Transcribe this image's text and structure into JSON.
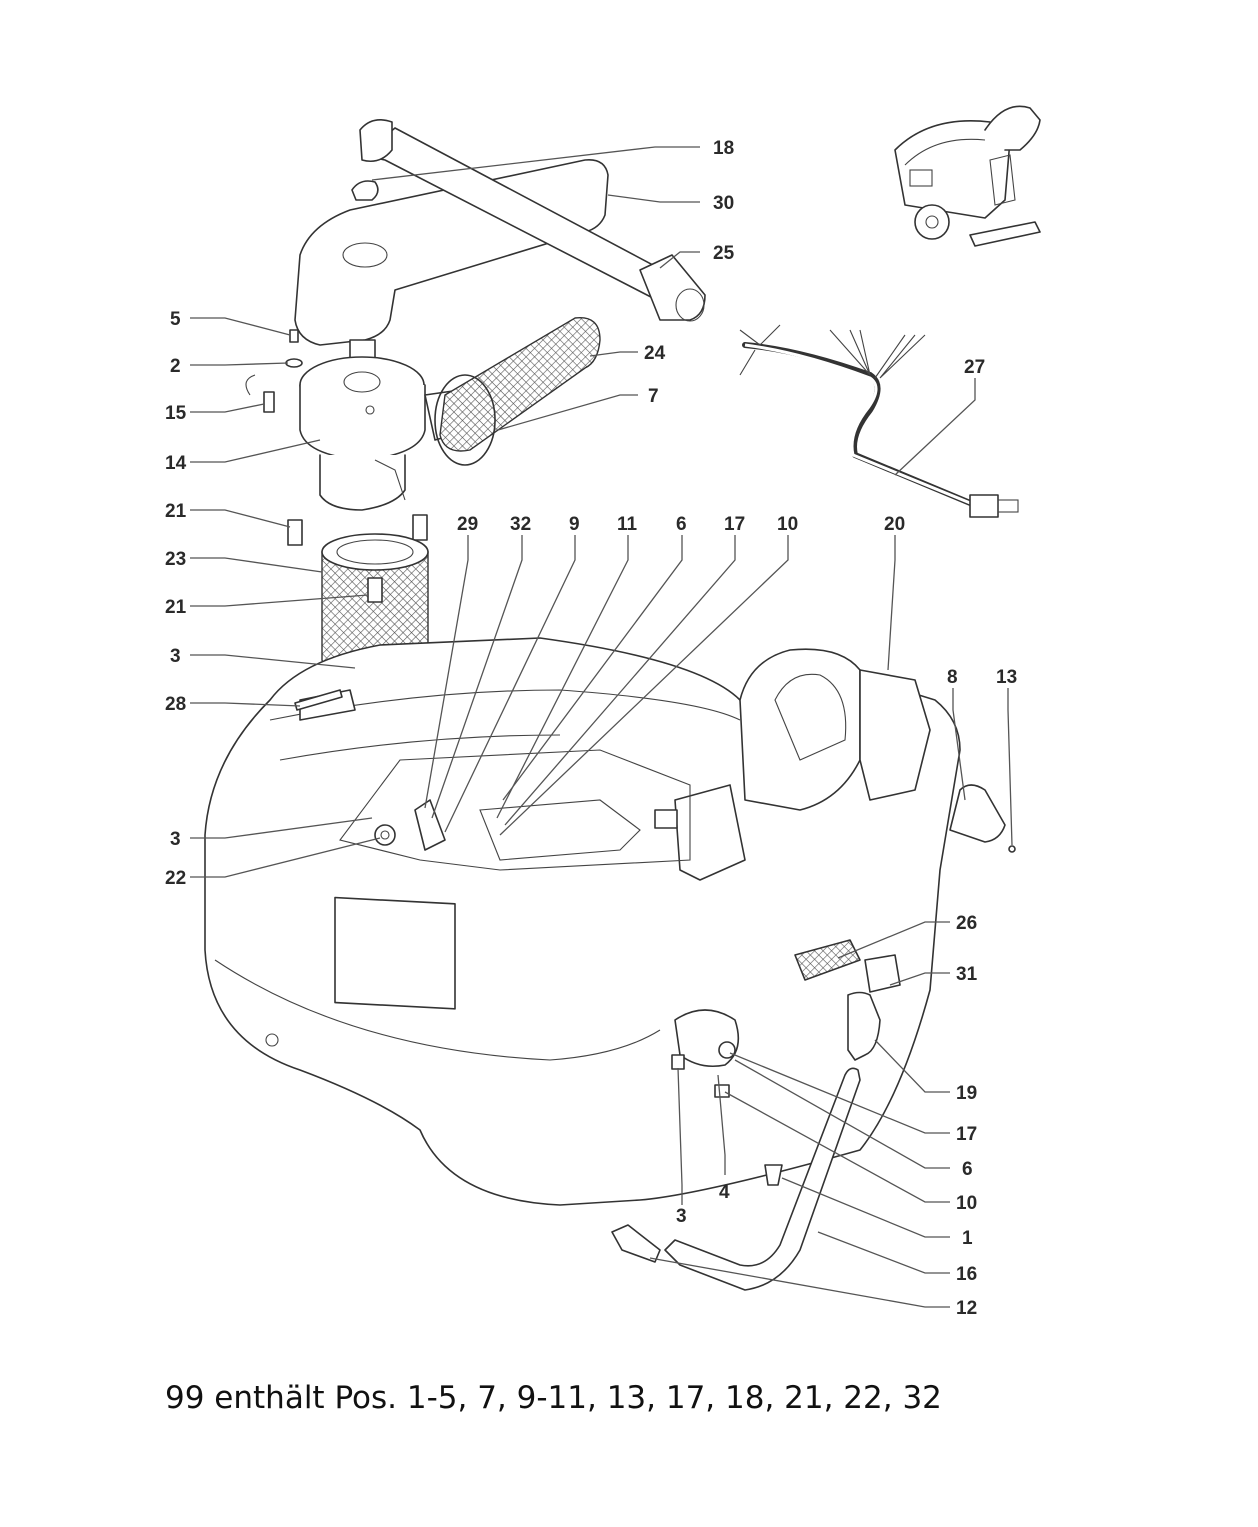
{
  "diagram": {
    "title": "Exploded parts view – scrubber dryer tank assembly",
    "callouts": [
      {
        "id": "c18",
        "label": "18"
      },
      {
        "id": "c30",
        "label": "30"
      },
      {
        "id": "c25",
        "label": "25"
      },
      {
        "id": "c5",
        "label": "5"
      },
      {
        "id": "c2",
        "label": "2"
      },
      {
        "id": "c24",
        "label": "24"
      },
      {
        "id": "c15",
        "label": "15"
      },
      {
        "id": "c7",
        "label": "7"
      },
      {
        "id": "c14",
        "label": "14"
      },
      {
        "id": "c27",
        "label": "27"
      },
      {
        "id": "c21a",
        "label": "21"
      },
      {
        "id": "c23",
        "label": "23"
      },
      {
        "id": "c21b",
        "label": "21"
      },
      {
        "id": "c3a",
        "label": "3"
      },
      {
        "id": "c28",
        "label": "28"
      },
      {
        "id": "c29",
        "label": "29"
      },
      {
        "id": "c32",
        "label": "32"
      },
      {
        "id": "c9",
        "label": "9"
      },
      {
        "id": "c11",
        "label": "11"
      },
      {
        "id": "c6a",
        "label": "6"
      },
      {
        "id": "c17a",
        "label": "17"
      },
      {
        "id": "c10a",
        "label": "10"
      },
      {
        "id": "c20",
        "label": "20"
      },
      {
        "id": "c8",
        "label": "8"
      },
      {
        "id": "c13",
        "label": "13"
      },
      {
        "id": "c3b",
        "label": "3"
      },
      {
        "id": "c22",
        "label": "22"
      },
      {
        "id": "c26",
        "label": "26"
      },
      {
        "id": "c31",
        "label": "31"
      },
      {
        "id": "c19",
        "label": "19"
      },
      {
        "id": "c17b",
        "label": "17"
      },
      {
        "id": "c6b",
        "label": "6"
      },
      {
        "id": "c10b",
        "label": "10"
      },
      {
        "id": "c3c",
        "label": "3"
      },
      {
        "id": "c4",
        "label": "4"
      },
      {
        "id": "c1",
        "label": "1"
      },
      {
        "id": "c16",
        "label": "16"
      },
      {
        "id": "c12",
        "label": "12"
      }
    ]
  },
  "footer": {
    "note": "99 enthält Pos. 1-5, 7, 9-11, 13, 17, 18, 21, 22, 32"
  }
}
